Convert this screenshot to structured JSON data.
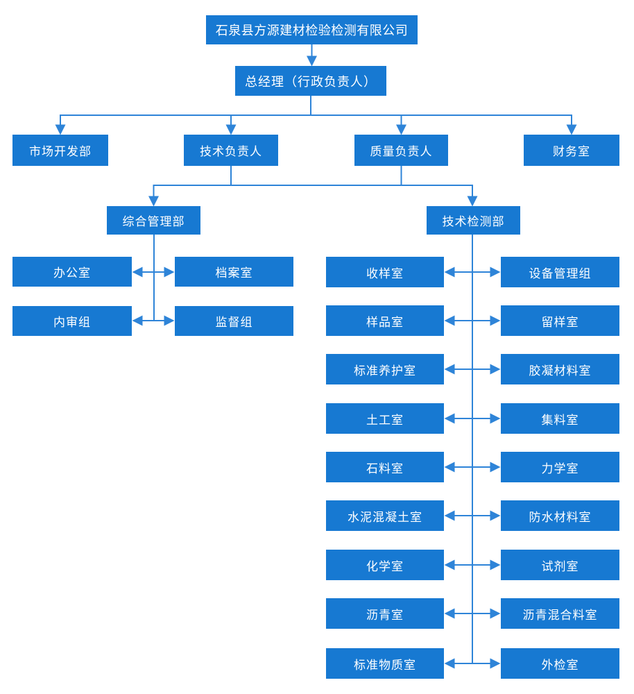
{
  "colors": {
    "node_fill": "#1779D2",
    "node_text": "#FFFFFF",
    "connector": "#2E84D8"
  },
  "org": {
    "company": "石泉县方源建材检验检测有限公司",
    "general_manager": "总经理（行政负责人）",
    "level2": {
      "market_dev": "市场开发部",
      "tech_lead": "技术负责人",
      "quality_lead": "质量负责人",
      "finance": "财务室"
    },
    "departments": {
      "admin": "综合管理部",
      "testing": "技术检测部"
    },
    "admin_units": {
      "left": [
        "办公室",
        "内审组"
      ],
      "right": [
        "档案室",
        "监督组"
      ]
    },
    "testing_units": {
      "left": [
        "收样室",
        "样品室",
        "标准养护室",
        "土工室",
        "石料室",
        "水泥混凝土室",
        "化学室",
        "沥青室",
        "标准物质室"
      ],
      "right": [
        "设备管理组",
        "留样室",
        "胶凝材料室",
        "集料室",
        "力学室",
        "防水材料室",
        "试剂室",
        "沥青混合料室",
        "外检室"
      ]
    },
    "structure": {
      "company_reports_to": [
        "general_manager"
      ],
      "general_manager_children": [
        "market_dev",
        "tech_lead",
        "quality_lead",
        "finance"
      ],
      "tech_and_quality_shared_children": [
        "admin",
        "testing"
      ],
      "admin_linked_pairs": [
        [
          "办公室",
          "档案室"
        ],
        [
          "内审组",
          "监督组"
        ]
      ],
      "testing_linked_pairs": [
        [
          "收样室",
          "设备管理组"
        ],
        [
          "样品室",
          "留样室"
        ],
        [
          "标准养护室",
          "胶凝材料室"
        ],
        [
          "土工室",
          "集料室"
        ],
        [
          "石料室",
          "力学室"
        ],
        [
          "水泥混凝土室",
          "防水材料室"
        ],
        [
          "化学室",
          "试剂室"
        ],
        [
          "沥青室",
          "沥青混合料室"
        ],
        [
          "标准物质室",
          "外检室"
        ]
      ]
    }
  }
}
